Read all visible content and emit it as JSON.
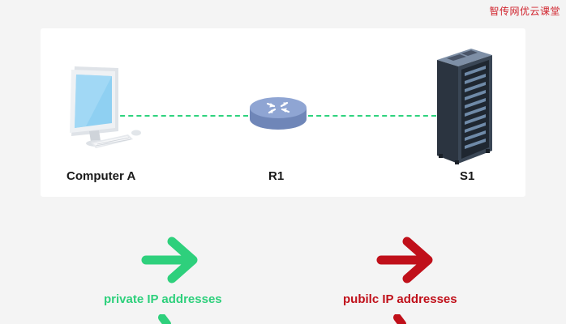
{
  "watermark": "智传网优云课堂",
  "nodes": {
    "computer": {
      "label": "Computer A",
      "icon": "desktop-computer-icon"
    },
    "router": {
      "label": "R1",
      "icon": "router-icon"
    },
    "server": {
      "label": "S1",
      "icon": "server-rack-icon"
    }
  },
  "links": [
    {
      "from": "Computer A",
      "to": "R1",
      "style": "dashed"
    },
    {
      "from": "R1",
      "to": "S1",
      "style": "dashed"
    }
  ],
  "arrows": {
    "private": {
      "label": "private IP addresses",
      "color": "#2ed07c",
      "icon": "arrow-right-icon"
    },
    "public": {
      "label": "pubilc IP addresses",
      "color": "#c0101a",
      "icon": "arrow-right-icon"
    }
  },
  "colors": {
    "link": "#2fd37e",
    "panel": "#ffffff",
    "background": "#f4f4f4",
    "watermark": "#d0202a"
  }
}
